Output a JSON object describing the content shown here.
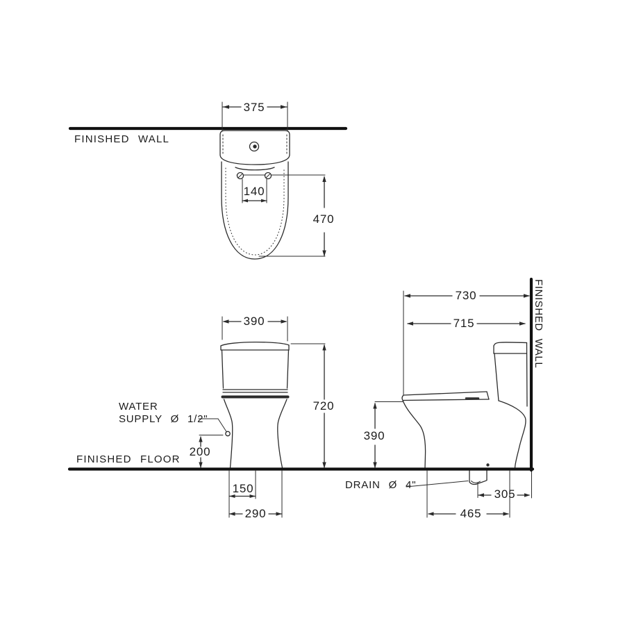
{
  "title": "Toilet installation dimension drawing",
  "labels": {
    "finished_wall_top": "FINISHED WALL",
    "finished_floor": "FINISHED FLOOR",
    "finished_wall_side": "FINISHED WALL",
    "water_supply_line1": "WATER",
    "water_supply_line2": "SUPPLY Ø 1/2\"",
    "drain": "DRAIN Ø 4\""
  },
  "plan_view": {
    "width": "375",
    "bolt_spacing": "140",
    "depth": "470"
  },
  "front_view": {
    "width": "390",
    "height": "720",
    "supply_height": "200",
    "supply_offset": "150",
    "base_width": "290"
  },
  "side_view": {
    "overall_depth": "730",
    "body_depth": "715",
    "rim_height": "390",
    "drain_offset": "305",
    "base_depth": "465"
  },
  "colors": {
    "line": "#2b2b2b",
    "heavy_line": "#111111",
    "background": "#ffffff"
  }
}
